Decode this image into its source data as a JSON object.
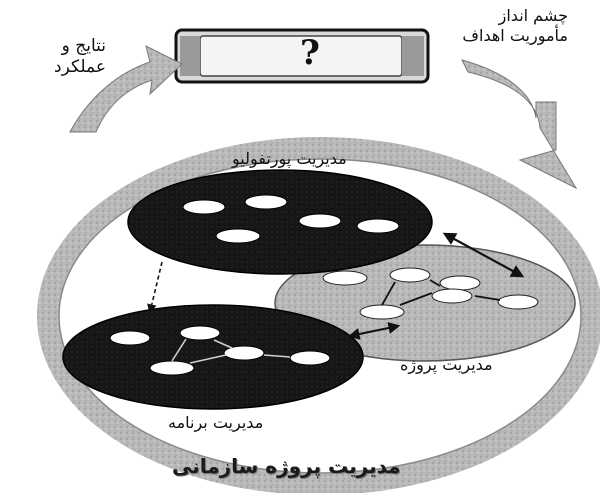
{
  "center_box": {
    "text": "?"
  },
  "labels": {
    "results": [
      "نتایج و",
      "عملکرد"
    ],
    "vision": [
      "چشم انداز",
      "مأموریت اهداف"
    ],
    "portfolio": "مدیریت پورتفولیو",
    "project": "مدیریت پروژه",
    "program": "مدیریت برنامه",
    "organization": "مدیریت پروژه سازمانی"
  },
  "colors": {
    "disk_dark": "#111111",
    "disk_light": "#b5b5b5",
    "node_fill": "#ffffff",
    "outer_ring": "#9a9a9a",
    "arrow_fill": "#a8a8a8"
  }
}
